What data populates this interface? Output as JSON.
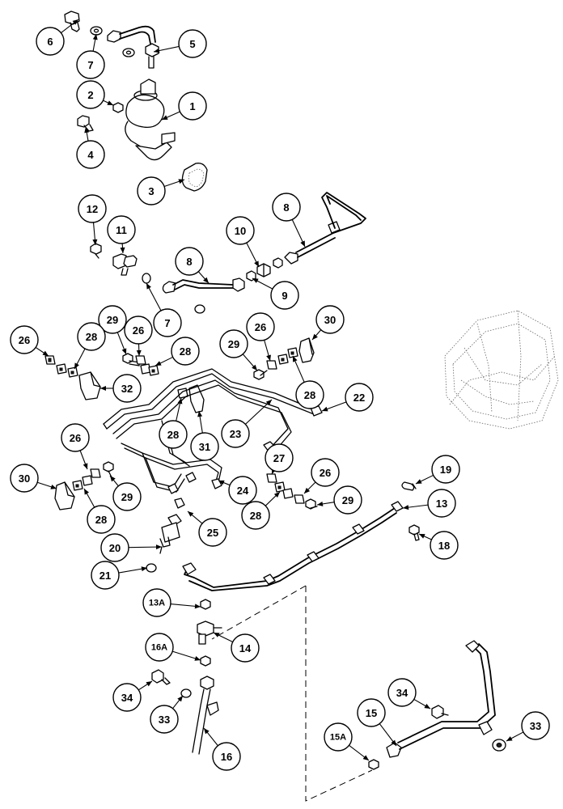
{
  "diagram": {
    "callouts": [
      {
        "id": "c-6",
        "label": "6"
      },
      {
        "id": "c-7a",
        "label": "7"
      },
      {
        "id": "c-5",
        "label": "5"
      },
      {
        "id": "c-2",
        "label": "2"
      },
      {
        "id": "c-1",
        "label": "1"
      },
      {
        "id": "c-4",
        "label": "4"
      },
      {
        "id": "c-3",
        "label": "3"
      },
      {
        "id": "c-12",
        "label": "12"
      },
      {
        "id": "c-11",
        "label": "11"
      },
      {
        "id": "c-8a",
        "label": "8"
      },
      {
        "id": "c-10",
        "label": "10"
      },
      {
        "id": "c-8b",
        "label": "8"
      },
      {
        "id": "c-9",
        "label": "9"
      },
      {
        "id": "c-7b",
        "label": "7"
      },
      {
        "id": "c-29a",
        "label": "29"
      },
      {
        "id": "c-26a",
        "label": "26"
      },
      {
        "id": "c-28a",
        "label": "28"
      },
      {
        "id": "c-26b",
        "label": "26"
      },
      {
        "id": "c-28b",
        "label": "28"
      },
      {
        "id": "c-32",
        "label": "32"
      },
      {
        "id": "c-29b",
        "label": "29"
      },
      {
        "id": "c-26c",
        "label": "26"
      },
      {
        "id": "c-30a",
        "label": "30"
      },
      {
        "id": "c-28c",
        "label": "28"
      },
      {
        "id": "c-22",
        "label": "22"
      },
      {
        "id": "c-28d",
        "label": "28"
      },
      {
        "id": "c-31",
        "label": "31"
      },
      {
        "id": "c-23",
        "label": "23"
      },
      {
        "id": "c-26d",
        "label": "26"
      },
      {
        "id": "c-30b",
        "label": "30"
      },
      {
        "id": "c-29c",
        "label": "29"
      },
      {
        "id": "c-28e",
        "label": "28"
      },
      {
        "id": "c-24",
        "label": "24"
      },
      {
        "id": "c-25",
        "label": "25"
      },
      {
        "id": "c-27",
        "label": "27"
      },
      {
        "id": "c-26e",
        "label": "26"
      },
      {
        "id": "c-28f",
        "label": "28"
      },
      {
        "id": "c-29d",
        "label": "29"
      },
      {
        "id": "c-19",
        "label": "19"
      },
      {
        "id": "c-13",
        "label": "13"
      },
      {
        "id": "c-18",
        "label": "18"
      },
      {
        "id": "c-20",
        "label": "20"
      },
      {
        "id": "c-21",
        "label": "21"
      },
      {
        "id": "c-13A",
        "label": "13A"
      },
      {
        "id": "c-14",
        "label": "14"
      },
      {
        "id": "c-16A",
        "label": "16A"
      },
      {
        "id": "c-34a",
        "label": "34"
      },
      {
        "id": "c-33a",
        "label": "33"
      },
      {
        "id": "c-16",
        "label": "16"
      },
      {
        "id": "c-34b",
        "label": "34"
      },
      {
        "id": "c-15",
        "label": "15"
      },
      {
        "id": "c-33b",
        "label": "33"
      },
      {
        "id": "c-15A",
        "label": "15A"
      }
    ]
  }
}
